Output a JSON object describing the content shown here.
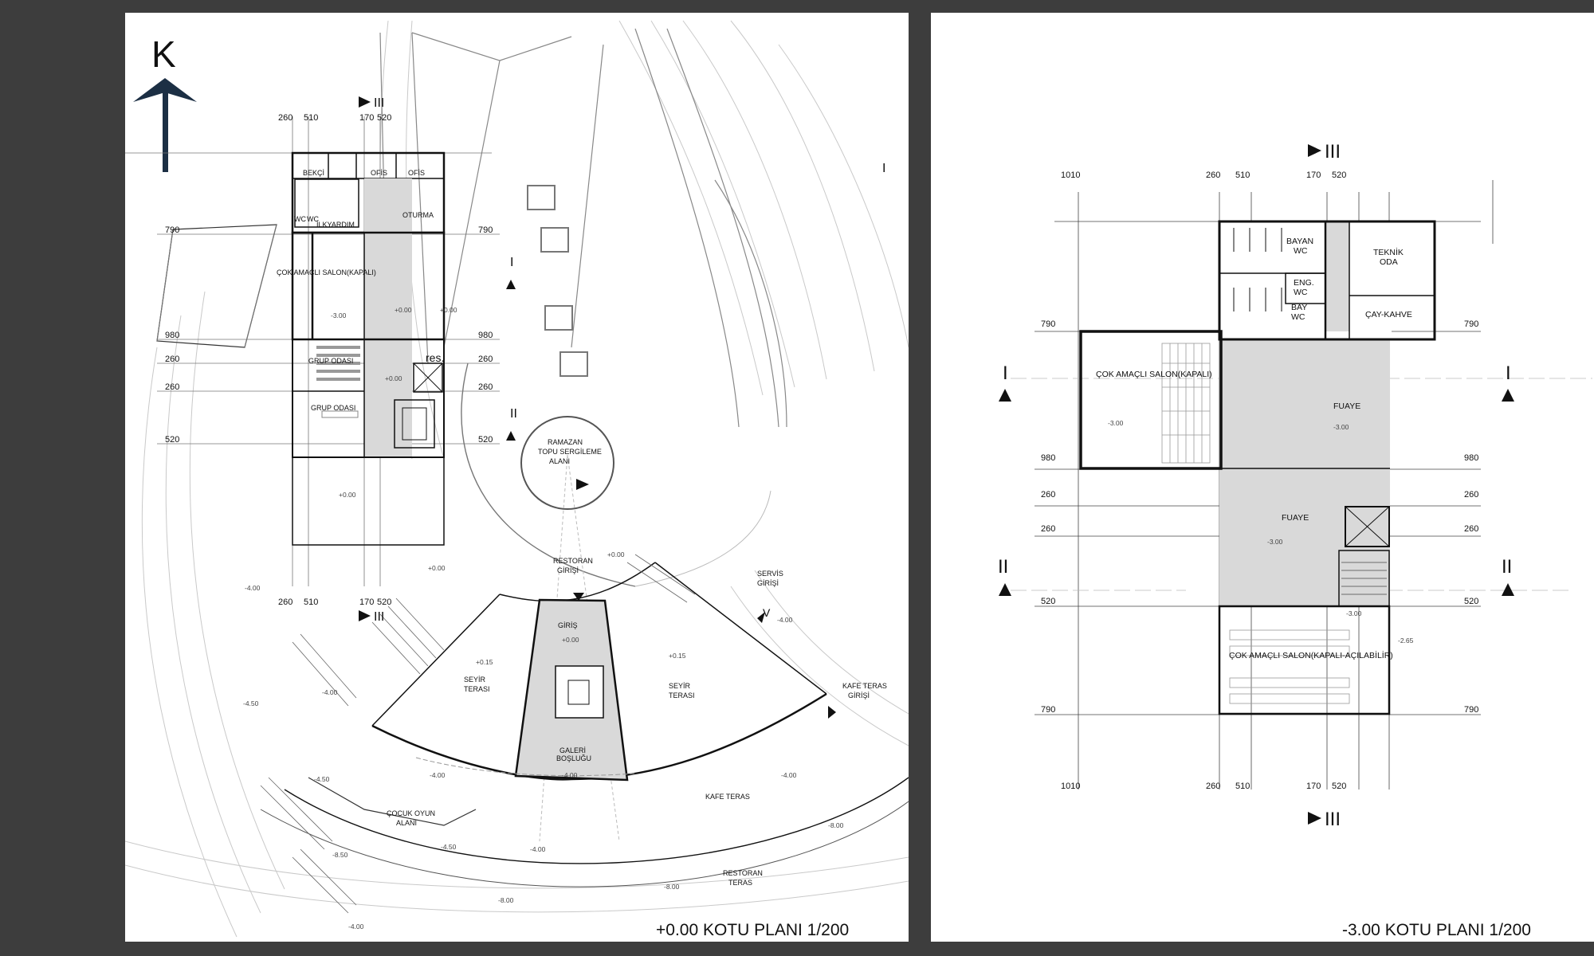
{
  "north": {
    "letter": "K"
  },
  "left_plan": {
    "title": "+0.00 KOTU PLANI   1/200",
    "dims_top": [
      "260",
      "510",
      "170",
      "520"
    ],
    "dims_bottom": [
      "260",
      "510",
      "170",
      "520"
    ],
    "dims_side": [
      "790",
      "980",
      "260",
      "260",
      "520"
    ],
    "dims_side_right": [
      "790",
      "980",
      "260",
      "260",
      "520"
    ],
    "sections": {
      "iii_top": "III",
      "iii_bottom": "III",
      "i_right": "I",
      "i_mid": "I",
      "ii_mid": "II",
      "v_mark": "V"
    },
    "rooms": {
      "bekci": "BEKÇİ",
      "ofis1": "OFİS",
      "ofis2": "OFİS",
      "wc": "WC",
      "wc2": "WC",
      "ilkyardim": "İLKYARDIM",
      "oturma": "OTURMA",
      "cok_amacli": "ÇOK AMAÇLI SALON(KAPALI)",
      "grup1": "GRUP ODASI",
      "grup2": "GRUP ODASI",
      "res": "res.",
      "ramazan1": "RAMAZAN",
      "ramazan2": "TOPU SERGİLEME",
      "ramazan3": "ALANI",
      "restoran_giris1": "RESTORAN",
      "restoran_giris2": "GİRİŞİ",
      "giris": "GİRİŞ",
      "seyir_l1": "SEYİR",
      "seyir_l2": "TERASI",
      "seyir_r1": "SEYİR",
      "seyir_r2": "TERASI",
      "servis1": "SERVİS",
      "servis2": "GİRİŞİ",
      "kafe_giris1": "KAFE TERAS",
      "kafe_giris2": "GİRİŞİ",
      "galeri1": "GALERİ",
      "galeri2": "BOŞLUĞU",
      "kafe_teras": "KAFE TERAS",
      "cocuk1": "ÇOCUK OYUN",
      "cocuk2": "ALANI",
      "restoran_teras1": "RESTORAN",
      "restoran_teras2": "TERAS"
    },
    "levels": [
      "-3.00",
      "+0.00",
      "+0.00",
      "+0.00",
      "+0.00",
      "+0.00",
      "+0.00",
      "+0.00",
      "+0.15",
      "+0.15",
      "-4.00",
      "-4.00",
      "-4.50",
      "-4.00",
      "-4.50",
      "-4.00",
      "-4.00",
      "-4.00",
      "-4.50",
      "-4.00",
      "-8.00",
      "-8.50",
      "-8.00",
      "-8.00",
      "-4.00"
    ]
  },
  "right_plan": {
    "title": "-3.00 KOTU PLANI   1/200",
    "dims_top": [
      "1010",
      "260",
      "510",
      "170",
      "520"
    ],
    "dims_bottom": [
      "1010",
      "260",
      "510",
      "170",
      "520"
    ],
    "dims_left": [
      "790",
      "980",
      "260",
      "260",
      "520",
      "790"
    ],
    "dims_right": [
      "790",
      "980",
      "260",
      "260",
      "520",
      "790"
    ],
    "sections": {
      "iii_top": "III",
      "iii_bottom": "III",
      "i_left": "I",
      "i_right": "I",
      "ii_left": "II",
      "ii_right": "II"
    },
    "rooms": {
      "bayan1": "BAYAN",
      "bayan2": "WC",
      "eng1": "ENG.",
      "eng2": "WC",
      "bay1": "BAY",
      "bay2": "WC",
      "teknik1": "TEKNİK",
      "teknik2": "ODA",
      "cay": "ÇAY-KAHVE",
      "cok_kapali": "ÇOK AMAÇLI SALON(KAPALI)",
      "fuaye1": "FUAYE",
      "fuaye2": "FUAYE",
      "cok_acilabilir": "ÇOK AMAÇLI SALON(KAPALI-AÇILABİLİR)"
    },
    "levels": [
      "-3.00",
      "-3.00",
      "-3.00",
      "-3.00",
      "-2.65"
    ]
  }
}
